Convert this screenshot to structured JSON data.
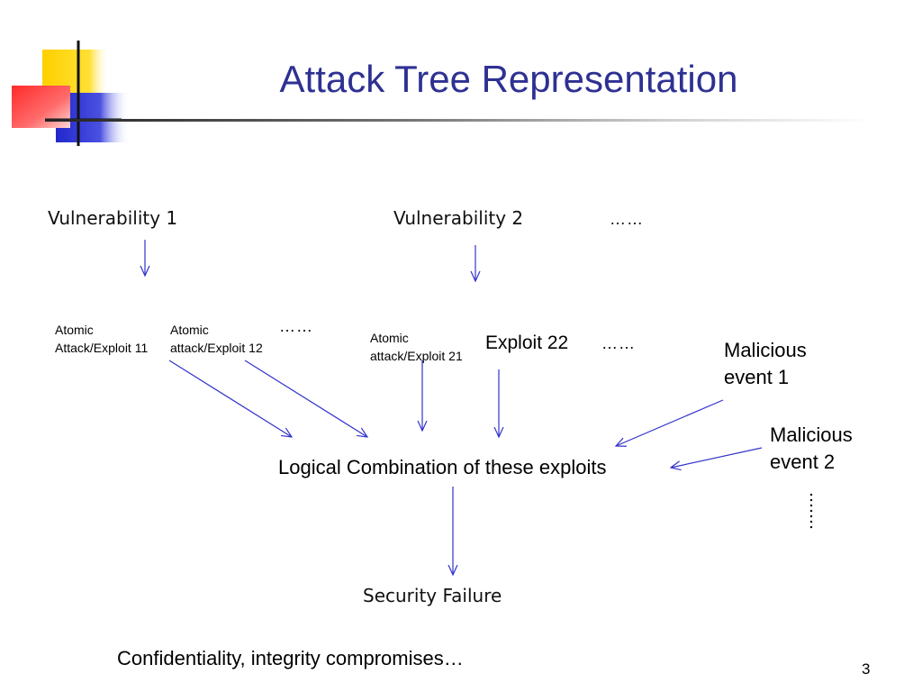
{
  "slide": {
    "title": "Attack Tree Representation",
    "page_number": "3"
  },
  "nodes": {
    "vuln1": "Vulnerability 1",
    "vuln2": "Vulnerability 2",
    "vuln_more": "……",
    "atomic11": [
      "Atomic",
      "Attack/Exploit 11"
    ],
    "atomic12": [
      "Atomic",
      "attack/Exploit 12"
    ],
    "level1_more": "……",
    "atomic21": [
      "Atomic",
      "attack/Exploit 21"
    ],
    "exploit22": "Exploit 22",
    "level2_more": "……",
    "malicious1": [
      "Malicious",
      "event 1"
    ],
    "malicious2": [
      "Malicious",
      "event 2"
    ],
    "combination": "Logical Combination of these exploits",
    "failure": "Security Failure",
    "consequences": "Confidentiality, integrity compromises…"
  },
  "colors": {
    "title": "#2e3192",
    "arrow": "#3333cc",
    "logo_yellow": "#ffd700",
    "logo_red": "#ff3b3b",
    "logo_blue": "#2b2fd0"
  }
}
